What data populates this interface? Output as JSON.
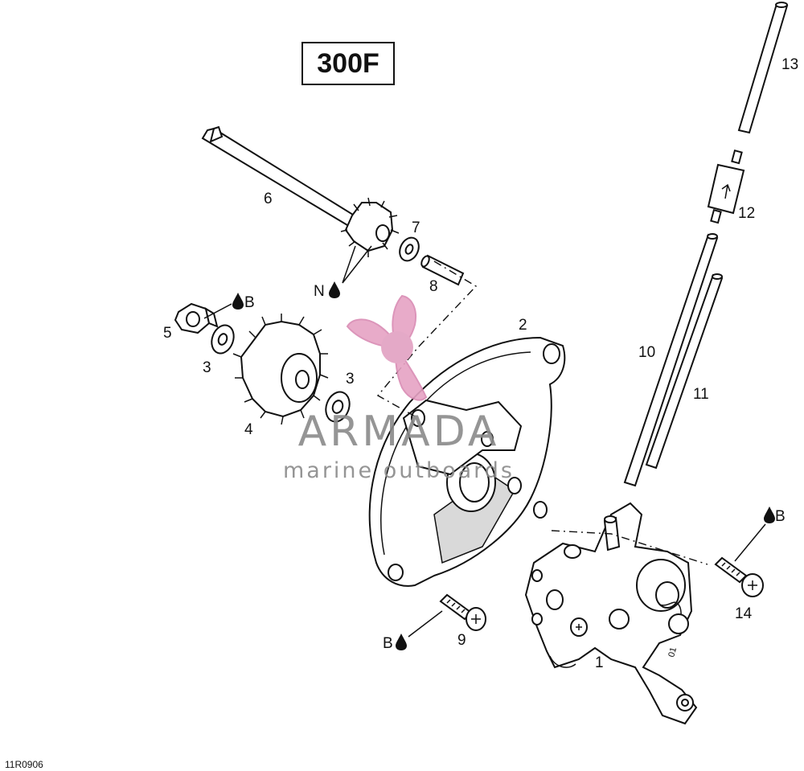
{
  "title_box": "300F",
  "figure_code": "11R0906",
  "watermark": {
    "name": "ARMADA",
    "tagline": "marine outboards",
    "logo_color": "#e6a3c4"
  },
  "callouts": {
    "p1": "1",
    "p2": "2",
    "p3a": "3",
    "p3b": "3",
    "p4": "4",
    "p5": "5",
    "p6": "6",
    "p7": "7",
    "p8": "8",
    "p9": "9",
    "p10": "10",
    "p11": "11",
    "p12": "12",
    "p13": "13",
    "p14": "14"
  },
  "notes": {
    "n_nut": "B",
    "n_gear": "N",
    "n_screw9": "B",
    "n_screw14": "B"
  },
  "marking": "01",
  "icons": [
    "oil-drop-icon"
  ]
}
